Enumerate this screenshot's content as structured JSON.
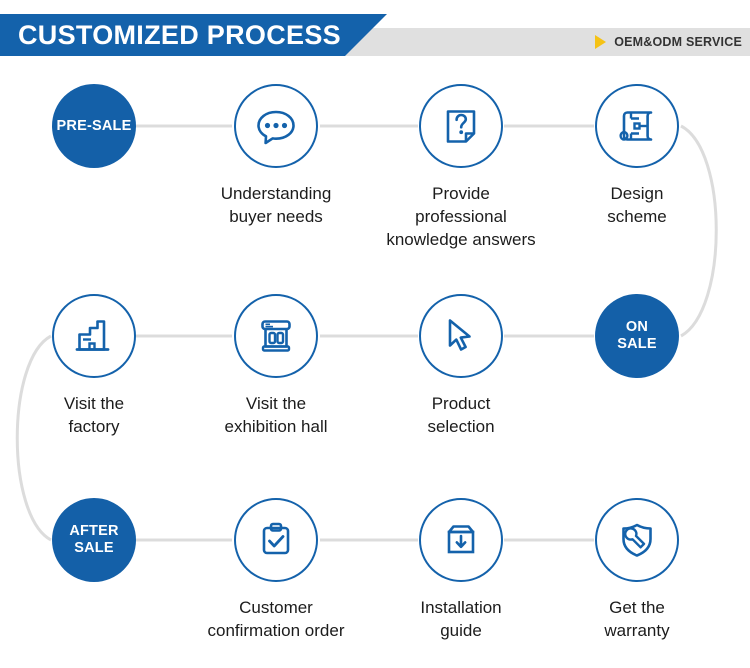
{
  "header": {
    "title": "CUSTOMIZED PROCESS",
    "service_label": "OEM&ODM SERVICE",
    "triangle_icon": "play-triangle-icon",
    "blue": "#1462ab",
    "gray": "#e0e0e0",
    "yellow": "#f5c215"
  },
  "theme": {
    "primary_blue": "#1460a8",
    "outline_blue": "#1462ab",
    "connector_gray": "#dcdcdc",
    "label_color": "#1c1c1c"
  },
  "rows": [
    {
      "nodes": [
        {
          "type": "stage",
          "text": "PRE-SALE",
          "name": "stage-pre-sale"
        },
        {
          "type": "icon",
          "icon": "speech-bubble-icon",
          "label": "Understanding\nbuyer needs",
          "name": "step-understanding-buyer-needs"
        },
        {
          "type": "icon",
          "icon": "document-question-icon",
          "label": "Provide\nprofessional\nknowledge answers",
          "name": "step-provide-professional-knowledge-answers"
        },
        {
          "type": "icon",
          "icon": "blueprint-icon",
          "label": "Design\nscheme",
          "name": "step-design-scheme"
        }
      ]
    },
    {
      "nodes": [
        {
          "type": "icon",
          "icon": "factory-icon",
          "label": "Visit the\nfactory",
          "name": "step-visit-the-factory"
        },
        {
          "type": "icon",
          "icon": "exhibition-hall-icon",
          "label": "Visit the\nexhibition hall",
          "name": "step-visit-the-exhibition-hall"
        },
        {
          "type": "icon",
          "icon": "cursor-arrow-icon",
          "label": "Product\nselection",
          "name": "step-product-selection"
        },
        {
          "type": "stage",
          "text": "ON\nSALE",
          "name": "stage-on-sale"
        }
      ]
    },
    {
      "nodes": [
        {
          "type": "stage",
          "text": "AFTER\nSALE",
          "name": "stage-after-sale"
        },
        {
          "type": "icon",
          "icon": "clipboard-check-icon",
          "label": "Customer\nconfirmation order",
          "name": "step-customer-confirmation-order"
        },
        {
          "type": "icon",
          "icon": "box-download-icon",
          "label": "Installation\nguide",
          "name": "step-installation-guide"
        },
        {
          "type": "icon",
          "icon": "shield-wrench-icon",
          "label": "Get the\nwarranty",
          "name": "step-get-the-warranty"
        }
      ]
    }
  ]
}
